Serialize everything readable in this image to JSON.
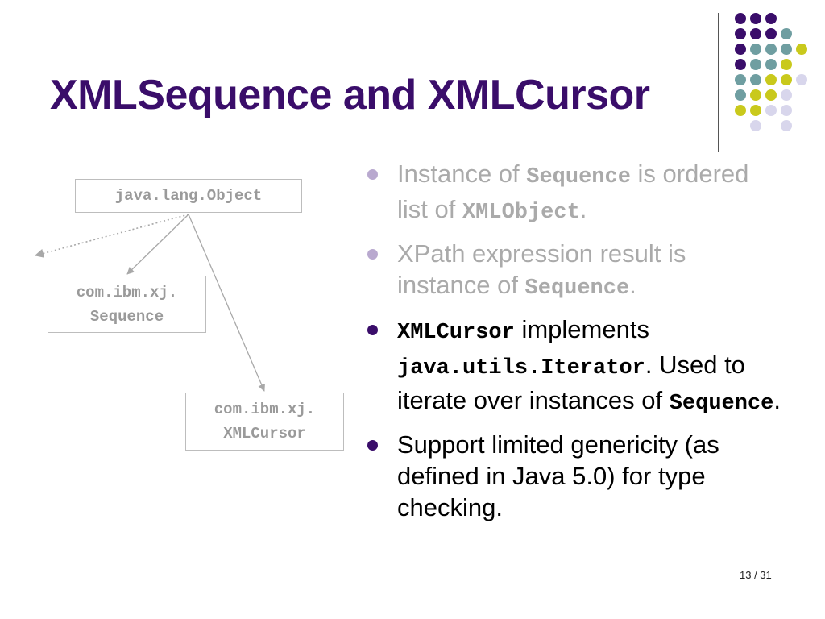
{
  "slide": {
    "title": "XMLSequence and XMLCursor",
    "page_number": "13 / 31"
  },
  "colors": {
    "title": "#3a0d6a",
    "dot_purple": "#3a0d6a",
    "dot_teal": "#6f9ea1",
    "dot_yellow": "#c9c91c",
    "dot_lavender": "#d8d6ec",
    "dim_text": "#aaaaaa"
  },
  "diagram": {
    "root": "java.lang.Object",
    "sequence_line1": "com.ibm.xj.",
    "sequence_line2": "Sequence",
    "cursor_line1": "com.ibm.xj.",
    "cursor_line2": "XMLCursor"
  },
  "bullets": [
    {
      "p1": "Instance of ",
      "c1": "Sequence",
      "p2": " is ordered list of ",
      "c2": "XMLObject",
      "p3": "."
    },
    {
      "p1": "XPath expression result is instance of ",
      "c1": "Sequence",
      "p2": "."
    },
    {
      "c1": "XMLCursor",
      "p1": " implements ",
      "c2": "java.utils.Iterator",
      "p2": ". Used to iterate over instances of ",
      "c3": "Sequence",
      "p3": "."
    },
    {
      "p1": "Support limited genericity (as defined in Java 5.0) for type checking."
    }
  ]
}
